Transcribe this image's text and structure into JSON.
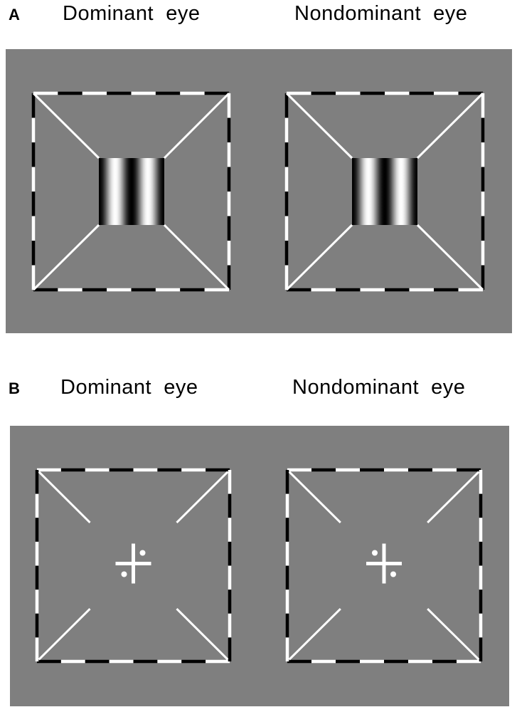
{
  "panels": [
    {
      "letter": "A",
      "left_label": "Dominant  eye",
      "right_label": "Nondominant  eye",
      "stimulus_left": "grating",
      "stimulus_right": "grating"
    },
    {
      "letter": "B",
      "left_label": "Dominant  eye",
      "right_label": "Nondominant  eye",
      "stimulus_left": "fixation-cross-dots-right",
      "stimulus_right": "fixation-cross-dots-left"
    }
  ],
  "colors": {
    "background": "#7f7f7f",
    "frame_light": "#ffffff",
    "frame_dark": "#000000"
  }
}
